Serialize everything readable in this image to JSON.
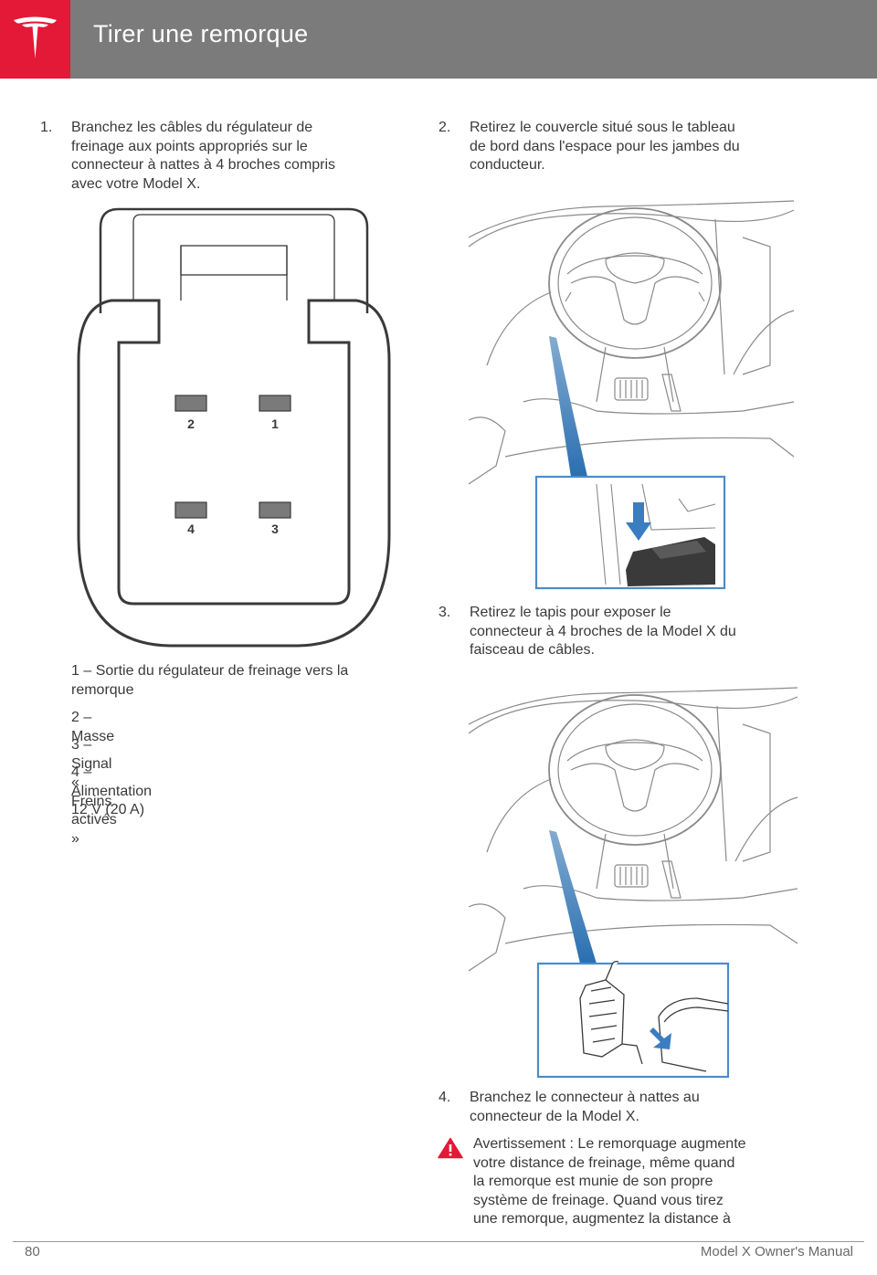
{
  "header": {
    "title": "Tirer une remorque",
    "brand_color": "#e31937",
    "bar_color": "#7b7b7b",
    "logo_icon": "tesla-logo-icon"
  },
  "left_column": {
    "step1": {
      "number": "1.",
      "lines": [
        "Branchez les câbles du régulateur de",
        "freinage aux points appropriés sur le",
        "connecteur à nattes à 4 broches compris",
        "avec votre Model X."
      ]
    },
    "connector_diagram": {
      "pins": [
        "2",
        "1",
        "4",
        "3"
      ]
    },
    "legend": [
      {
        "lines": [
          "1 – Sortie du régulateur de freinage vers la",
          "remorque"
        ]
      },
      {
        "lines": [
          "2 – Masse"
        ]
      },
      {
        "lines": [
          "3 – Signal « Freins activés »"
        ]
      },
      {
        "lines": [
          "4 – Alimentation 12 V (20 A)"
        ]
      }
    ]
  },
  "right_column": {
    "step2": {
      "number": "2.",
      "lines": [
        "Retirez le couvercle situé sous le tableau",
        "de bord dans l'espace pour les jambes du",
        "conducteur."
      ]
    },
    "step3": {
      "number": "3.",
      "lines": [
        "Retirez le tapis pour exposer le",
        "connecteur à 4 broches de la Model X du",
        "faisceau de câbles."
      ]
    },
    "step4": {
      "number": "4.",
      "lines": [
        "Branchez le connecteur à nattes au",
        "connecteur de la Model X."
      ]
    },
    "warning": {
      "icon": "warning-triangle-icon",
      "lines": [
        "Avertissement : Le remorquage augmente",
        "votre distance de freinage, même quand",
        "la remorque est munie de son propre",
        "système de freinage. Quand vous tirez",
        "une remorque, augmentez la distance à"
      ]
    }
  },
  "footer": {
    "page_number": "80",
    "manual_title": "Model X Owner's Manual"
  }
}
